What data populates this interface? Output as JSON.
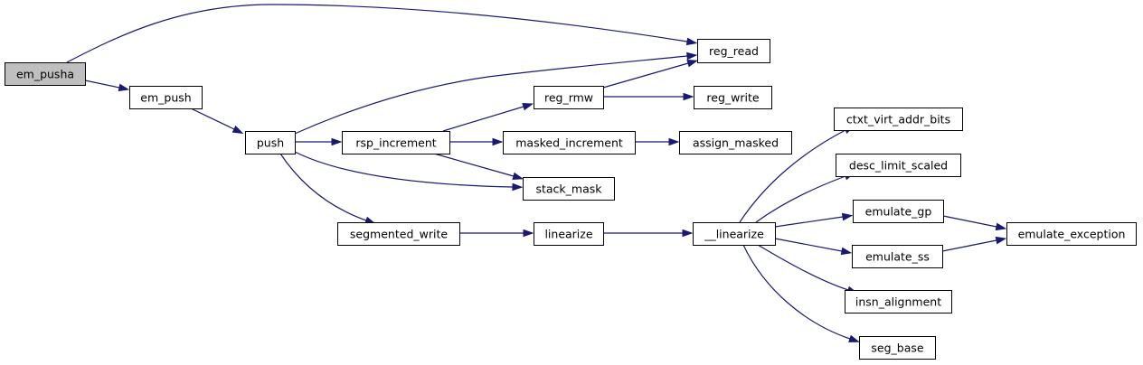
{
  "graph": {
    "colors": {
      "edge": "#191970",
      "root_fill": "#bfbfbf",
      "node_fill": "#ffffff",
      "node_border": "#000000"
    },
    "nodes": {
      "em_pusha": "em_pusha",
      "em_push": "em_push",
      "push": "push",
      "rsp_increment": "rsp_increment",
      "reg_rmw": "reg_rmw",
      "reg_read": "reg_read",
      "reg_write": "reg_write",
      "masked_increment": "masked_increment",
      "assign_masked": "assign_masked",
      "stack_mask": "stack_mask",
      "segmented_write": "segmented_write",
      "linearize": "linearize",
      "__linearize": "__linearize",
      "ctxt_virt_addr_bits": "ctxt_virt_addr_bits",
      "desc_limit_scaled": "desc_limit_scaled",
      "emulate_gp": "emulate_gp",
      "emulate_ss": "emulate_ss",
      "emulate_exception": "emulate_exception",
      "insn_alignment": "insn_alignment",
      "seg_base": "seg_base"
    },
    "root": "em_pusha",
    "edges": [
      [
        "em_pusha",
        "reg_read"
      ],
      [
        "em_pusha",
        "em_push"
      ],
      [
        "em_push",
        "push"
      ],
      [
        "push",
        "reg_read"
      ],
      [
        "push",
        "rsp_increment"
      ],
      [
        "push",
        "stack_mask"
      ],
      [
        "push",
        "segmented_write"
      ],
      [
        "rsp_increment",
        "reg_rmw"
      ],
      [
        "rsp_increment",
        "masked_increment"
      ],
      [
        "rsp_increment",
        "stack_mask"
      ],
      [
        "reg_rmw",
        "reg_read"
      ],
      [
        "reg_rmw",
        "reg_write"
      ],
      [
        "masked_increment",
        "assign_masked"
      ],
      [
        "segmented_write",
        "linearize"
      ],
      [
        "linearize",
        "__linearize"
      ],
      [
        "__linearize",
        "ctxt_virt_addr_bits"
      ],
      [
        "__linearize",
        "desc_limit_scaled"
      ],
      [
        "__linearize",
        "emulate_gp"
      ],
      [
        "__linearize",
        "emulate_ss"
      ],
      [
        "__linearize",
        "insn_alignment"
      ],
      [
        "__linearize",
        "seg_base"
      ],
      [
        "emulate_gp",
        "emulate_exception"
      ],
      [
        "emulate_ss",
        "emulate_exception"
      ]
    ]
  }
}
